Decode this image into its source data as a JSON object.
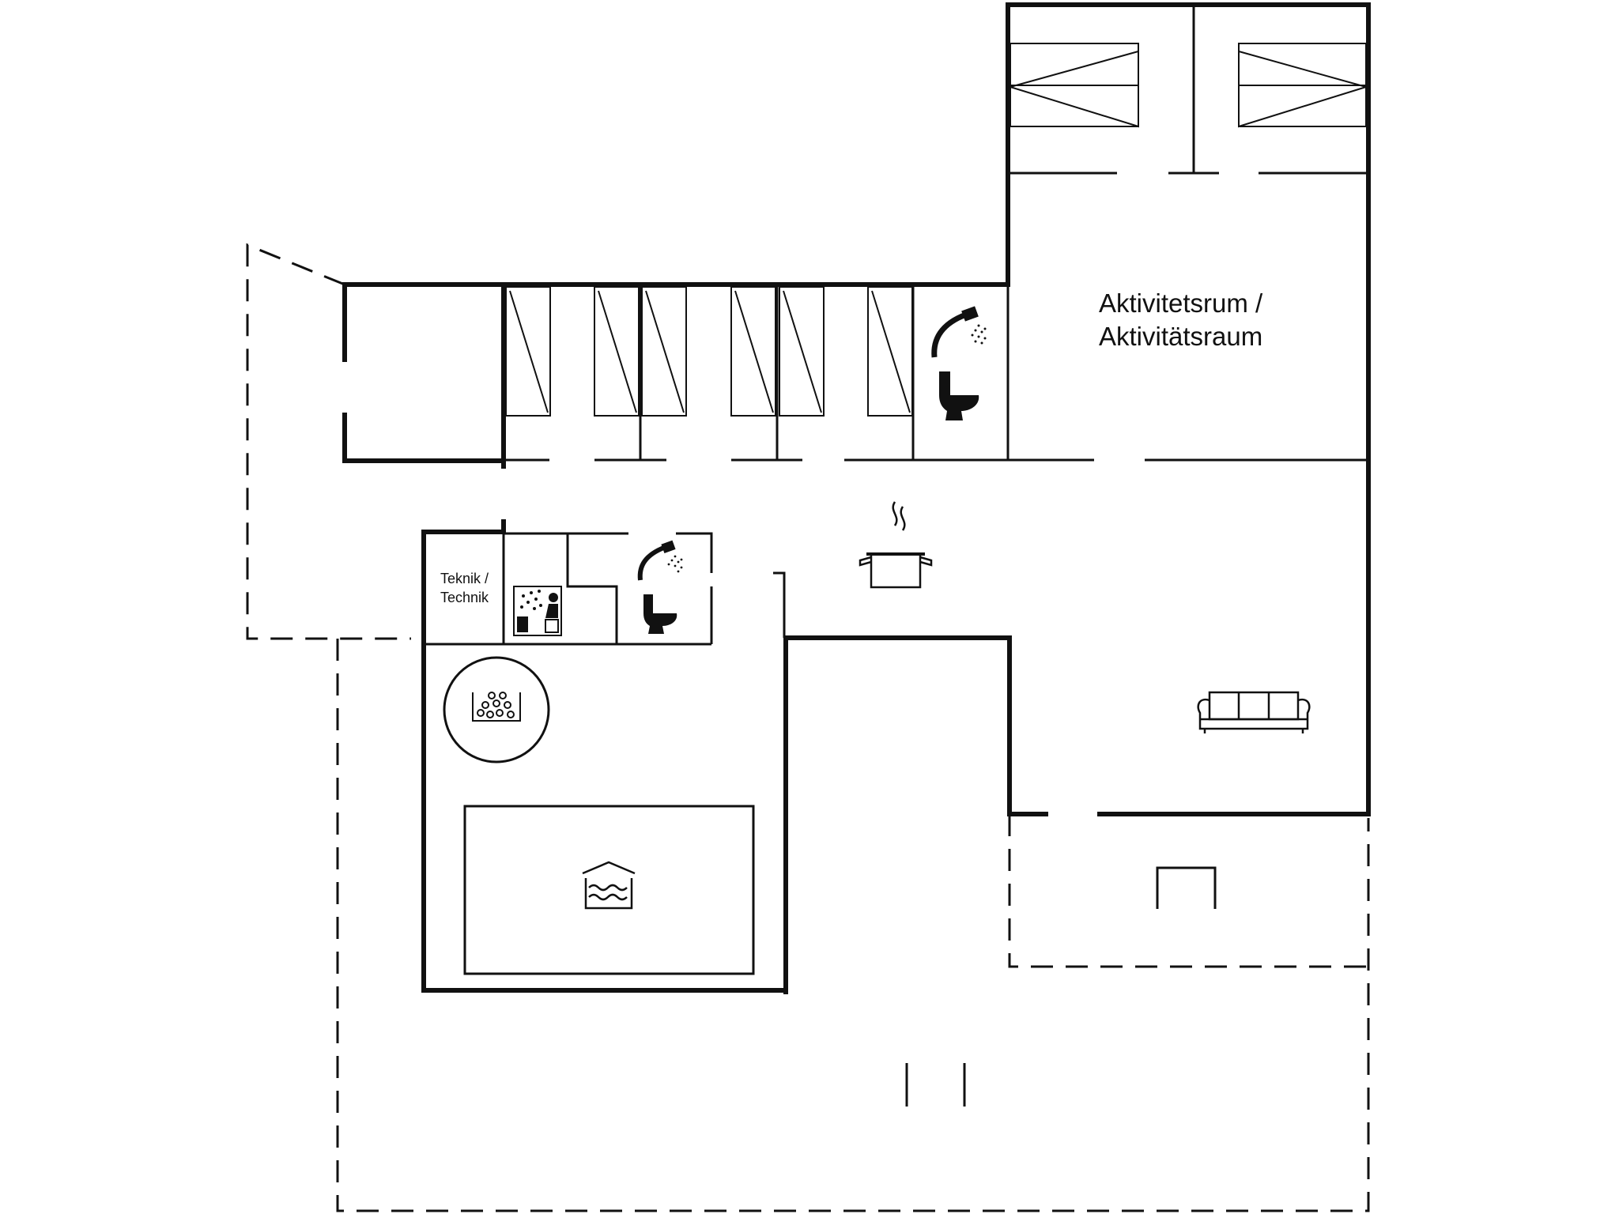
{
  "labels": {
    "activity_line1": "Aktivitetsrum /",
    "activity_line2": "Aktivitätsraum",
    "technik_line1": "Teknik /",
    "technik_line2": "Technik"
  },
  "icons": {
    "shower_upper": "shower-icon",
    "toilet_upper": "toilet-icon",
    "shower_lower": "shower-icon",
    "toilet_lower": "toilet-icon",
    "kitchen": "cooking-pot-icon",
    "sauna": "sauna-icon",
    "whirlpool": "whirlpool-icon",
    "pool": "swimming-pool-icon",
    "sofa": "sofa-icon",
    "fireplace": "fireplace-icon"
  },
  "colors": {
    "wall": "#111111",
    "background": "#ffffff"
  }
}
